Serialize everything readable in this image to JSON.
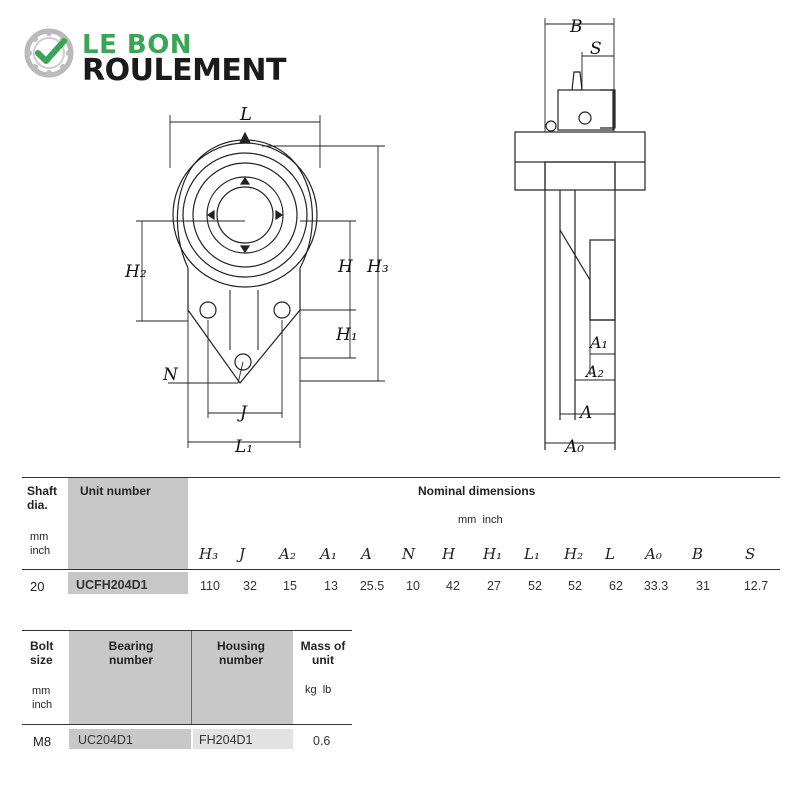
{
  "brand": {
    "line1": "LE BON",
    "line2": "ROULEMENT",
    "colors": {
      "green": "#3aa655",
      "dark": "#1b1b1b"
    }
  },
  "drawing": {
    "labels": {
      "L": "L",
      "H2": "H₂",
      "H": "H",
      "H3": "H₃",
      "H1": "H₁",
      "N": "N",
      "J": "J",
      "L1": "L₁",
      "B": "B",
      "S": "S",
      "A1": "A₁",
      "A2": "A₂",
      "A": "A",
      "A0": "A₀"
    }
  },
  "table1": {
    "shaft_dia_label": "Shaft dia.",
    "units_label": "mm inch",
    "unit_number_label": "Unit number",
    "nominal_dimensions_label": "Nominal dimensions",
    "nominal_units": "mm  inch",
    "columns": [
      "H₃",
      "J",
      "A₂",
      "A₁",
      "A",
      "N",
      "H",
      "H₁",
      "L₁",
      "H₂",
      "L",
      "A₀",
      "B",
      "S"
    ],
    "row": {
      "shaft": "20",
      "unit_number": "UCFH204D1",
      "values": [
        "110",
        "32",
        "15",
        "13",
        "25.5",
        "10",
        "42",
        "27",
        "52",
        "52",
        "62",
        "33.3",
        "31",
        "12.7"
      ]
    }
  },
  "table2": {
    "bolt_size_label": "Bolt size",
    "units_label": "mm inch",
    "bearing_number_label": "Bearing number",
    "housing_number_label": "Housing number",
    "mass_label": "Mass of unit",
    "mass_units": "kg  lb",
    "row": {
      "bolt": "M8",
      "bearing": "UC204D1",
      "housing": "FH204D1",
      "mass": "0.6"
    }
  }
}
